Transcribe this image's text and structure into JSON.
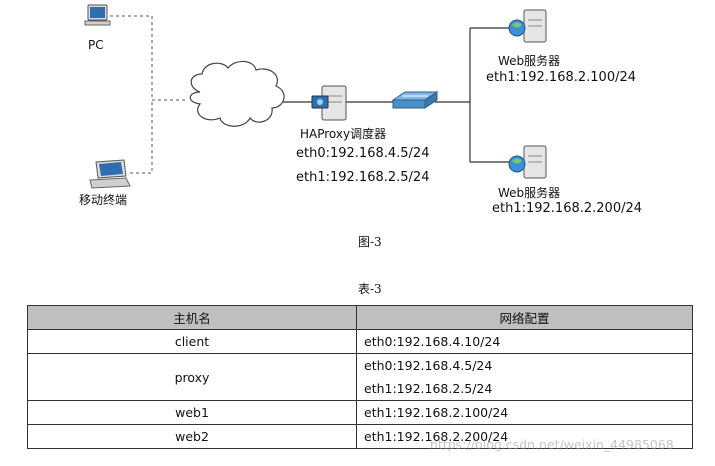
{
  "diagram": {
    "pc_label": "PC",
    "mobile_label": "移动终端",
    "haproxy_label": "HAProxy调度器",
    "haproxy_eth0": "eth0:192.168.4.5/24",
    "haproxy_eth1": "eth1:192.168.2.5/24",
    "web1_label": "Web服务器",
    "web1_ip": "eth1:192.168.2.100/24",
    "web2_label": "Web服务器",
    "web2_ip": "eth1:192.168.2.200/24",
    "figure_caption": "图-3"
  },
  "table": {
    "caption": "表-3",
    "headers": [
      "主机名",
      "网络配置"
    ],
    "rows": [
      {
        "host": "client",
        "ips": [
          "eth0:192.168.4.10/24"
        ]
      },
      {
        "host": "proxy",
        "ips": [
          "eth0:192.168.4.5/24",
          "eth1:192.168.2.5/24"
        ]
      },
      {
        "host": "web1",
        "ips": [
          "eth1:192.168.2.100/24"
        ]
      },
      {
        "host": "web2",
        "ips": [
          "eth1:192.168.2.200/24"
        ]
      }
    ]
  },
  "watermark": "https://blog.csdn.net/weixin_44985068",
  "colors": {
    "header_bg": "#bfbfbf",
    "switch": "#4a90c8",
    "monitor": "#2f6fb0"
  },
  "icons": [
    "pc-icon",
    "laptop-icon",
    "cloud-icon",
    "server-icon",
    "switch-icon"
  ]
}
